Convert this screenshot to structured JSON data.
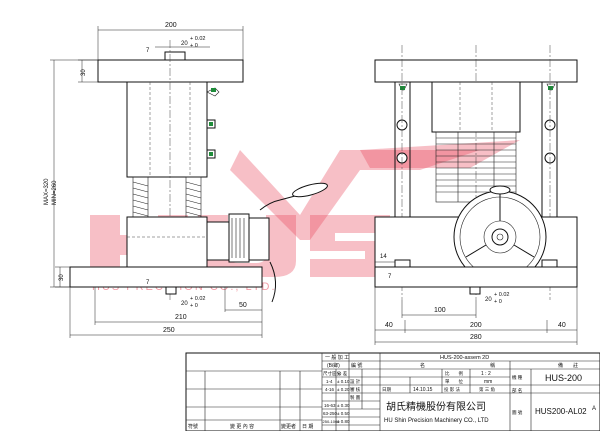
{
  "left_view": {
    "dim_top_width": "200",
    "dim_plate_thk_top": "30",
    "dim_plate_thk_bottom": "30",
    "dim_height_max": "MAX=320",
    "dim_height_min": "MIN=260",
    "dim_key_top": "7",
    "tol_top_nominal": "20",
    "tol_top_upper": "+ 0.02",
    "tol_top_lower": "+ 0",
    "dim_key_bottom": "7",
    "tol_bottom_nominal": "20",
    "tol_bottom_upper": "+ 0.02",
    "tol_bottom_lower": "+ 0",
    "dim_50": "50",
    "dim_210": "210",
    "dim_250": "250"
  },
  "right_view": {
    "dim_14": "14",
    "dim_7": "7",
    "dim_100": "100",
    "tol_nominal": "20",
    "tol_upper": "+ 0.02",
    "tol_lower": "+ 0",
    "dim_40_left": "40",
    "dim_200": "200",
    "dim_40_right": "40",
    "dim_280": "280"
  },
  "watermark": {
    "logo_letters": "HUS",
    "text": "HUS PRECISION CO., LTD.",
    "registered": "®"
  },
  "title_block": {
    "tolerance_header": "一 般 加 工",
    "unit_label": "(Bi鎯)",
    "col_range": "尺寸區分",
    "col_tol": "公 差",
    "tolerance_rows": [
      {
        "range": "1-4",
        "tol": "± 0.10"
      },
      {
        "range": "4-16",
        "tol": "± 0.20"
      },
      {
        "range": "16-63",
        "tol": "± 0.30"
      },
      {
        "range": "63-250",
        "tol": "± 0.50"
      },
      {
        "range": "250-1000",
        "tol": "± 0.80"
      }
    ],
    "roles": [
      "編 號",
      "設 計",
      "審 核",
      "製 圖",
      "核 准"
    ],
    "drawing_title": "HUS-200-assem 2D",
    "col_name": "名",
    "col_spec": "稱",
    "col_remark": "備　　註",
    "scale_label": "比　　例",
    "scale_value": "1 : 2",
    "unit_row_label": "單　　位",
    "unit_value": "mm",
    "date_label": "日期",
    "date_value": "14.10.15",
    "projection_label": "投 影 法",
    "projection_value": "第 三 角",
    "model_label": "機 種",
    "model_value": "HUS-200",
    "part_label": "部 名",
    "drawing_no_label": "圖 號",
    "drawing_no": "HUS200-AL02",
    "revision_marker": "A",
    "company_cn": "胡氏精機股份有限公司",
    "company_en": "HU Shin Precision Machinery CO., LTD",
    "rev_cols": [
      "符號",
      "變 更 內 容",
      "變更者",
      "日 期",
      "承認"
    ]
  }
}
